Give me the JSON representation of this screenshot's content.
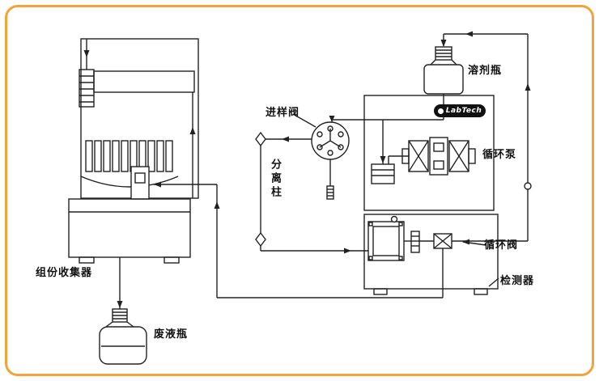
{
  "style": {
    "border_color": "#f2a33c",
    "line_color": "#222222",
    "background": "#ffffff"
  },
  "labels": {
    "fraction_collector": "组份收集器",
    "waste_bottle": "废液瓶",
    "injection_valve": "进样阀",
    "separation_column": "分离柱",
    "solvent_bottle": "溶剂瓶",
    "circulation_pump": "循环泵",
    "circulation_valve": "循环阀",
    "detector": "检测器"
  },
  "logo": {
    "text": "LabTech"
  }
}
